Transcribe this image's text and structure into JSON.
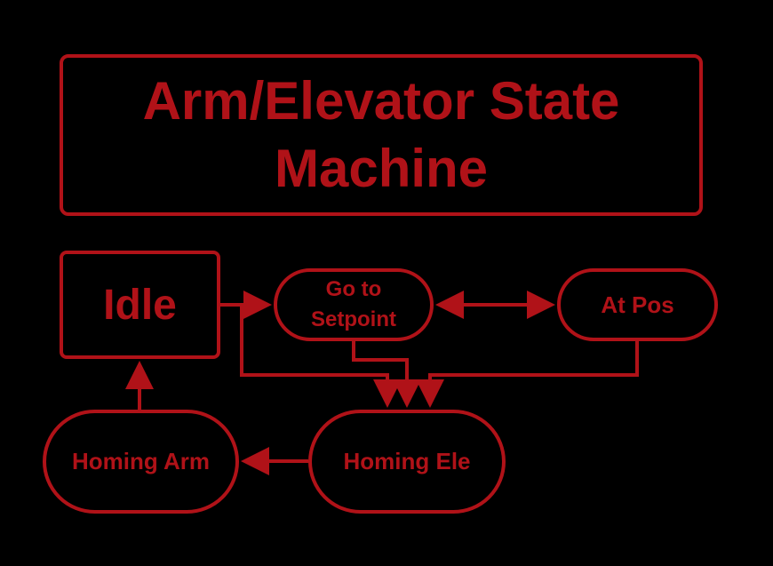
{
  "diagram": {
    "title": "Arm/Elevator State Machine",
    "states": {
      "idle": "Idle",
      "go_to_setpoint": "Go to Setpoint",
      "at_pos": "At Pos",
      "homing_ele": "Homing Ele",
      "homing_arm": "Homing Arm"
    },
    "transitions": [
      {
        "from": "Idle",
        "to": "Go to Setpoint"
      },
      {
        "from": "Go to Setpoint",
        "to": "At Pos",
        "bidirectional": true
      },
      {
        "from": "Idle",
        "to": "Homing Ele"
      },
      {
        "from": "Go to Setpoint",
        "to": "Homing Ele"
      },
      {
        "from": "At Pos",
        "to": "Homing Ele"
      },
      {
        "from": "Homing Ele",
        "to": "Homing Arm"
      },
      {
        "from": "Homing Arm",
        "to": "Idle"
      }
    ],
    "colors": {
      "background": "#000000",
      "stroke": "#b01218",
      "text": "#b01218"
    }
  }
}
